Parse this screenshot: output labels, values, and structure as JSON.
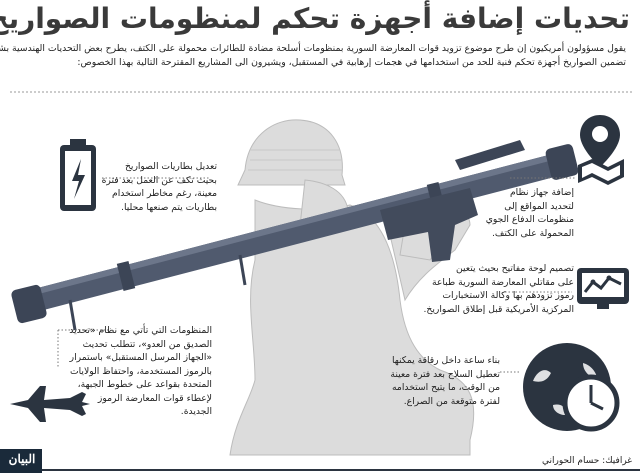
{
  "title": "تحديات إضافة أجهزة تحكم لمنظومات الصواريخ المحمولة على الكتف",
  "intro": [
    "يقول مسؤولون أمريكيون إن طرح موضوع تزويد قوات المعارضة السورية بمنظومات أسلحة مضادة للطائرات محمولة على الكتف، يطرح بعض التحديات الهندسية بشأن",
    "تضمين الصواريخ أجهزة تحكم فنية للحد من استخدامها في هجمات إرهابية في المستقبل، ويشيرون الى المشاريع المقترحة التالية بهذا الخصوص:"
  ],
  "items": {
    "battery": {
      "icon": "battery-icon",
      "lines": [
        "تعديل بطاريات الصواريخ",
        "بحيث تكف عن العمل بعد فترة",
        "معينة، رغم مخاطر استخدام",
        "بطاريات يتم صنعها محليا."
      ]
    },
    "gps": {
      "icon": "map-pin-icon",
      "lines": [
        "إضافة جهاز نظام",
        "لتحديد المواقع إلى",
        "منظومات الدفاع الجوي",
        "المحمولة على الكتف."
      ]
    },
    "keypad": {
      "icon": "chart-screen-icon",
      "lines": [
        "تصميم لوحة مفاتيح بحيث يتعين",
        "على مقاتلي المعارضة السورية طباعة",
        "رموز تزودهم بها وكالة الاستخبارات",
        "المركزية الأمريكية قبل إطلاق الصواريخ."
      ]
    },
    "iff": {
      "icon": "fighter-jet-icon",
      "lines": [
        "المنظومات التي تأتي مع نظام «تحديد",
        "الصديق من العدو»، تتطلب تحديث",
        "«الجهاز المرسل المستقبل» باستمرار",
        "بالرموز المستخدمة، واحتفاظ الولايات",
        "المتحدة بقواعد على خطوط الجبهة،",
        "لإعطاء قوات المعارضة الرموز",
        "الجديدة."
      ]
    },
    "timer": {
      "icon": "clock-icon",
      "lines": [
        "بناء ساعة داخل رقاقة يمكنها",
        "تعطيل السلاح بعد فترة معينة",
        "من الوقت، ما يتيح استخدامه",
        "لفترة متوقعة من الصراع."
      ]
    }
  },
  "footer": {
    "source": "غرافيك: حسام الحوراني",
    "logo": "البيان"
  },
  "colors": {
    "title": "#3a3a3a",
    "dark": "#2b3440",
    "launcher": "#4a5468",
    "soldier": "#d9d9d9",
    "logo_bg": "#1a2a3a"
  }
}
